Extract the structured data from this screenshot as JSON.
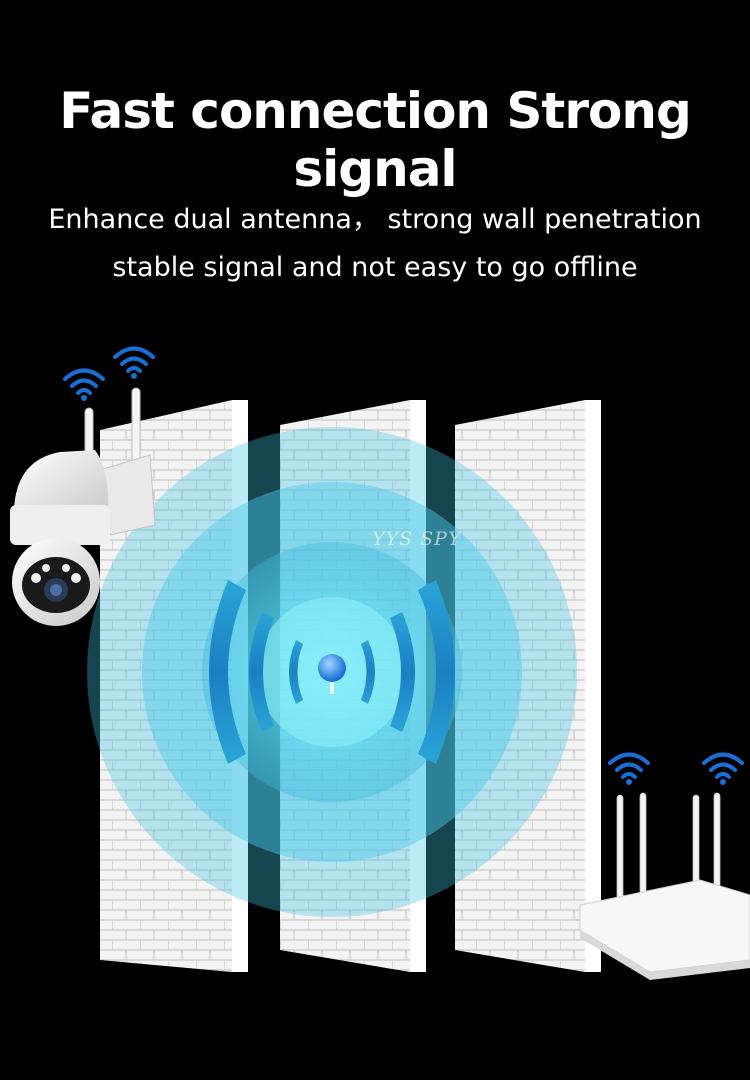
{
  "headline": "Fast connection Strong signal",
  "subtitle_line1": "Enhance dual antenna， strong wall penetration",
  "subtitle_line2": "stable signal and not easy to go offline",
  "watermark": "YYS SPY",
  "icons": [
    "wifi-icon",
    "wifi-icon",
    "wifi-icon",
    "wifi-icon"
  ],
  "colors": {
    "background": "#000000",
    "text": "#ffffff",
    "wifi_blue": "#1a6fd6",
    "signal_cyan": "#5fe3f2",
    "wall": "#f2f2f2"
  }
}
